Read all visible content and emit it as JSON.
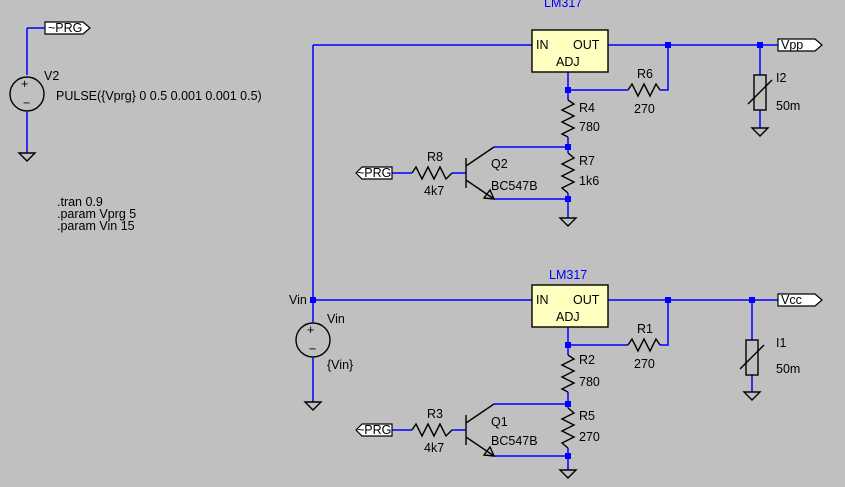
{
  "sources": {
    "v2": {
      "name": "V2",
      "value": "PULSE({Vprg} 0 0.5 0.001 0.001 0.5)"
    },
    "vin": {
      "name": "Vin",
      "value": "{Vin}"
    }
  },
  "directives": [
    ".tran 0.9",
    ".param Vprg 5",
    ".param Vin 15"
  ],
  "flags": {
    "prg": "~PRG",
    "vpp": "Vpp",
    "vcc": "Vcc",
    "vin_node": "Vin"
  },
  "regulators": {
    "top": {
      "name": "LM317",
      "pin_in": "IN",
      "pin_out": "OUT",
      "pin_adj": "ADJ"
    },
    "bottom": {
      "name": "LM317",
      "pin_in": "IN",
      "pin_out": "OUT",
      "pin_adj": "ADJ"
    }
  },
  "resistors": {
    "r6": {
      "name": "R6",
      "value": "270"
    },
    "r4": {
      "name": "R4",
      "value": "780"
    },
    "r7": {
      "name": "R7",
      "value": "1k6"
    },
    "r8": {
      "name": "R8",
      "value": "4k7"
    },
    "r1": {
      "name": "R1",
      "value": "270"
    },
    "r2": {
      "name": "R2",
      "value": "780"
    },
    "r5": {
      "name": "R5",
      "value": "270"
    },
    "r3": {
      "name": "R3",
      "value": "4k7"
    }
  },
  "transistors": {
    "q2": {
      "name": "Q2",
      "model": "BC547B"
    },
    "q1": {
      "name": "Q1",
      "model": "BC547B"
    }
  },
  "current_sources": {
    "i2": {
      "name": "I2",
      "value": "50m"
    },
    "i1": {
      "name": "I1",
      "value": "50m"
    }
  },
  "colors": {
    "background": "#c0c0c0",
    "wire": "#0000ff",
    "component": "#000000",
    "ic_fill": "#ffffc0"
  }
}
